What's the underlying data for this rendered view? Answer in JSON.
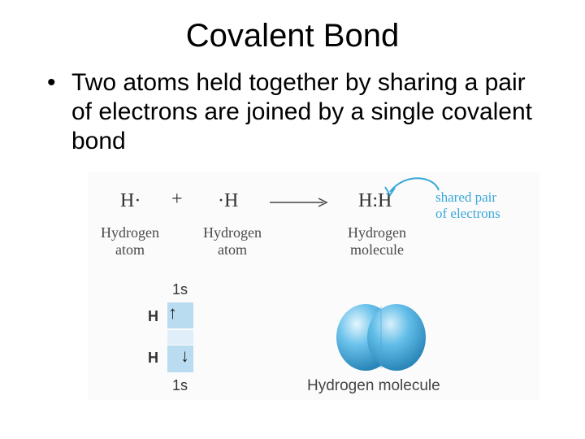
{
  "slide": {
    "title": "Covalent Bond",
    "bullet_glyph": "•",
    "bullet": "Two atoms held together by sharing a pair of electrons are joined by a single covalent bond"
  },
  "figure": {
    "equation": {
      "left_atom": "H·",
      "plus": "+",
      "right_atom": "·H",
      "product": "H:H"
    },
    "labels": {
      "left_1": "Hydrogen",
      "left_2": "atom",
      "right_1": "Hydrogen",
      "right_2": "atom",
      "product_1": "Hydrogen",
      "product_2": "molecule"
    },
    "shared_pair": {
      "line_1": "shared pair",
      "line_2": "of electrons"
    },
    "orbital": {
      "top_label": "1s",
      "bottom_label": "1s",
      "atom_1": "H",
      "atom_2": "H",
      "up_arrow": "↑",
      "down_arrow": "↓"
    },
    "molecule_caption": "Hydrogen molecule",
    "colors": {
      "accent": "#3aa8d8",
      "orbital_fill": "#b9dcf1",
      "sphere": "#5ab8e6"
    }
  }
}
